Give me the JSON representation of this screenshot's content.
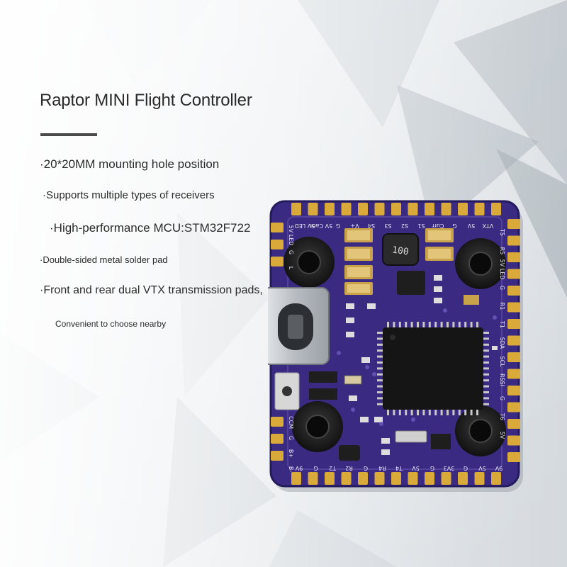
{
  "title": "Raptor MINI Flight Controller",
  "features": [
    "·20*20MM mounting hole position",
    "·Supports multiple types of receivers",
    "·High-performance MCU:STM32F722",
    "·Double-sided metal solder pad",
    "·Front and rear dual VTX transmission pads,",
    "Convenient to choose nearby"
  ],
  "board": {
    "inductor_label": "100",
    "top_pads": [
      "5V LED",
      "5V Cam",
      "G",
      "V+",
      "S4",
      "S3",
      "S2",
      "S1",
      "Curr",
      "G",
      "5V",
      "VTX"
    ],
    "right_pads": [
      "T5",
      "R5",
      "5V LED",
      "G",
      "R1",
      "T1",
      "SDA",
      "SCL",
      "RSSI",
      "G",
      "T6",
      "5V"
    ],
    "bottom_pads": [
      "9V",
      "G",
      "T2",
      "R2",
      "G",
      "R4",
      "T4",
      "5V",
      "G",
      "3V3",
      "G",
      "5V",
      "9V"
    ],
    "left_pads": [
      "5V LED",
      "G",
      "L",
      "CCM",
      "G",
      "B+",
      "B-"
    ],
    "colors": {
      "pcb": "#3a2a82",
      "pcb_edge": "#241a5e",
      "gold": "#d9a93a",
      "silk": "#e8e8f2",
      "chip": "#151515"
    }
  }
}
